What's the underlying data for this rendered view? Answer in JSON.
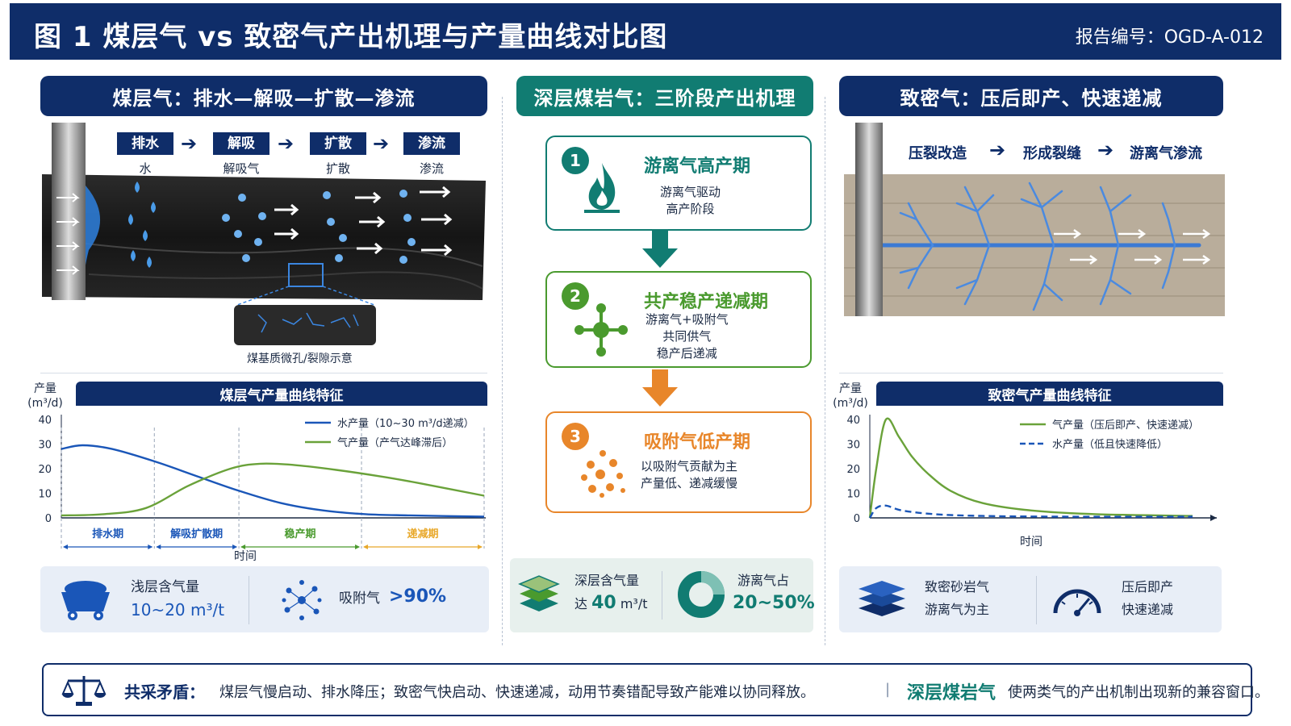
{
  "header": {
    "title": "图 1  煤层气 vs 致密气产出机理与产量曲线对比图",
    "report_no": "报告编号：OGD-A-012"
  },
  "left": {
    "title": "煤层气：排水—解吸—扩散—渗流",
    "steps": [
      {
        "tag": "排水",
        "sub": "水"
      },
      {
        "tag": "解吸",
        "sub": "解吸气"
      },
      {
        "tag": "扩散",
        "sub": "扩散"
      },
      {
        "tag": "渗流",
        "sub": "渗流"
      }
    ],
    "inset_caption": "煤基质微孔/裂隙示意"
  },
  "middle": {
    "title": "深层煤岩气：三阶段产出机理",
    "stages": [
      {
        "num": "1",
        "title": "游离气高产期",
        "lines": [
          "游离气驱动",
          "高产阶段"
        ]
      },
      {
        "num": "2",
        "title": "共产稳产递减期",
        "lines": [
          "游离气+吸附气",
          "共同供气",
          "稳产后递减"
        ]
      },
      {
        "num": "3",
        "title": "吸附气低产期",
        "lines": [
          "以吸附气贡献为主",
          "产量低、递减缓慢"
        ]
      }
    ],
    "stats": {
      "content_label": "深层含气量",
      "content_prefix": "达",
      "content_value": "40",
      "content_unit": "m³/t",
      "free_label": "游离气占",
      "free_value": "20~50%"
    }
  },
  "right": {
    "title": "致密气：压后即产、快速递减",
    "steps": [
      "压裂改造",
      "形成裂缝",
      "游离气渗流"
    ]
  },
  "left_stats": {
    "content_label": "浅层含气量",
    "content_value": "10~20 m³/t",
    "adsorbed_label": "吸附气",
    "adsorbed_value": ">90%"
  },
  "right_stats": {
    "item1": [
      "致密砂岩气",
      "游离气为主"
    ],
    "item2": [
      "压后即产",
      "快速递减"
    ]
  },
  "footer": {
    "label": "共采矛盾：",
    "text": "煤层气慢启动、排水降压；致密气快启动、快速递减，动用节奏错配导致产能难以协同释放。",
    "sep": "|",
    "highlight": "深层煤岩气",
    "text2": "使两类气的产出机制出现新的兼容窗口。"
  },
  "colors": {
    "navy": "#0f2d69",
    "teal": "#117c72",
    "green": "#4a9a2e",
    "orange": "#e8862a",
    "blue_line": "#1a56b8",
    "green_line": "#6aa23a"
  },
  "chart_data": [
    {
      "type": "line",
      "title": "煤层气产量曲线特征",
      "ylabel": "产量\n(m³/d)",
      "xlabel": "时间",
      "ylim": [
        0,
        40
      ],
      "yticks": [
        0,
        10,
        20,
        30,
        40
      ],
      "xlim": [
        0,
        100
      ],
      "series": [
        {
          "name": "水产量（10~30 m³/d递减）",
          "color": "#1a56b8",
          "dash": false,
          "x": [
            0,
            5,
            12,
            22,
            32,
            42,
            52,
            62,
            72,
            82,
            100
          ],
          "y": [
            28,
            29.5,
            28,
            23,
            17,
            11,
            6,
            3,
            1.5,
            1,
            0.5
          ]
        },
        {
          "name": "气产量（产气达峰滞后）",
          "color": "#6aa23a",
          "dash": false,
          "x": [
            0,
            10,
            20,
            30,
            40,
            47,
            55,
            65,
            75,
            85,
            100
          ],
          "y": [
            1,
            1.5,
            4,
            13,
            20,
            22,
            21.5,
            19.5,
            17,
            14,
            9
          ]
        }
      ],
      "phases": [
        {
          "label": "排水期",
          "color": "#1a56b8",
          "from": 0,
          "to": 22
        },
        {
          "label": "解吸扩散期",
          "color": "#1a56b8",
          "from": 22,
          "to": 42
        },
        {
          "label": "稳产期",
          "color": "#4a9a2e",
          "from": 42,
          "to": 71
        },
        {
          "label": "递减期",
          "color": "#e8a82a",
          "from": 71,
          "to": 100
        }
      ],
      "legend": "top-right"
    },
    {
      "type": "line",
      "title": "致密气产量曲线特征",
      "ylabel": "产量\n(m³/d)",
      "xlabel": "时间",
      "ylim": [
        0,
        40
      ],
      "yticks": [
        0,
        10,
        20,
        30,
        40
      ],
      "xlim": [
        0,
        100
      ],
      "series": [
        {
          "name": "气产量（压后即产、快速递减）",
          "color": "#6aa23a",
          "dash": false,
          "x": [
            0,
            2,
            5,
            9,
            13,
            18,
            25,
            35,
            50,
            70,
            100
          ],
          "y": [
            0,
            20,
            40,
            33,
            25,
            18,
            11,
            6,
            3,
            1.5,
            0.8
          ]
        },
        {
          "name": "水产量（低且快速降低）",
          "color": "#1a56b8",
          "dash": true,
          "x": [
            0,
            2,
            5,
            10,
            20,
            35,
            60,
            100
          ],
          "y": [
            0,
            4,
            5,
            3,
            1.5,
            0.8,
            0.5,
            0.5
          ]
        }
      ],
      "legend": "top-right"
    }
  ]
}
